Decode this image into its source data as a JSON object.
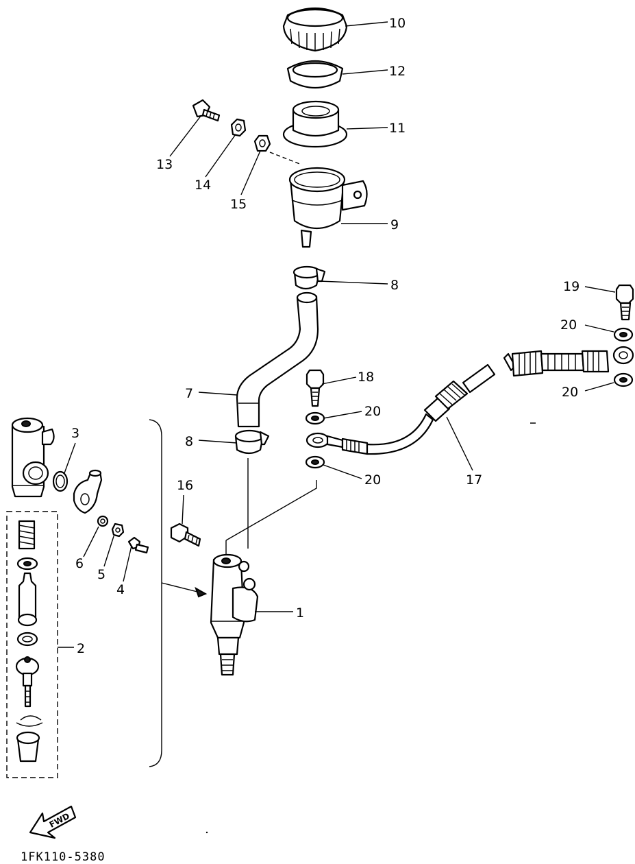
{
  "callouts": {
    "c1": "1",
    "c2": "2",
    "c3": "3",
    "c4": "4",
    "c5": "5",
    "c6": "6",
    "c7": "7",
    "c8a": "8",
    "c8b": "8",
    "c9": "9",
    "c10": "10",
    "c11": "11",
    "c12": "12",
    "c13": "13",
    "c14": "14",
    "c15": "15",
    "c16": "16",
    "c17": "17",
    "c18": "18",
    "c19": "19",
    "c20a": "20",
    "c20b": "20",
    "c20c": "20",
    "c20d": "20"
  },
  "fwd_label": "FWD",
  "diagram_code": "1FK110-5380"
}
